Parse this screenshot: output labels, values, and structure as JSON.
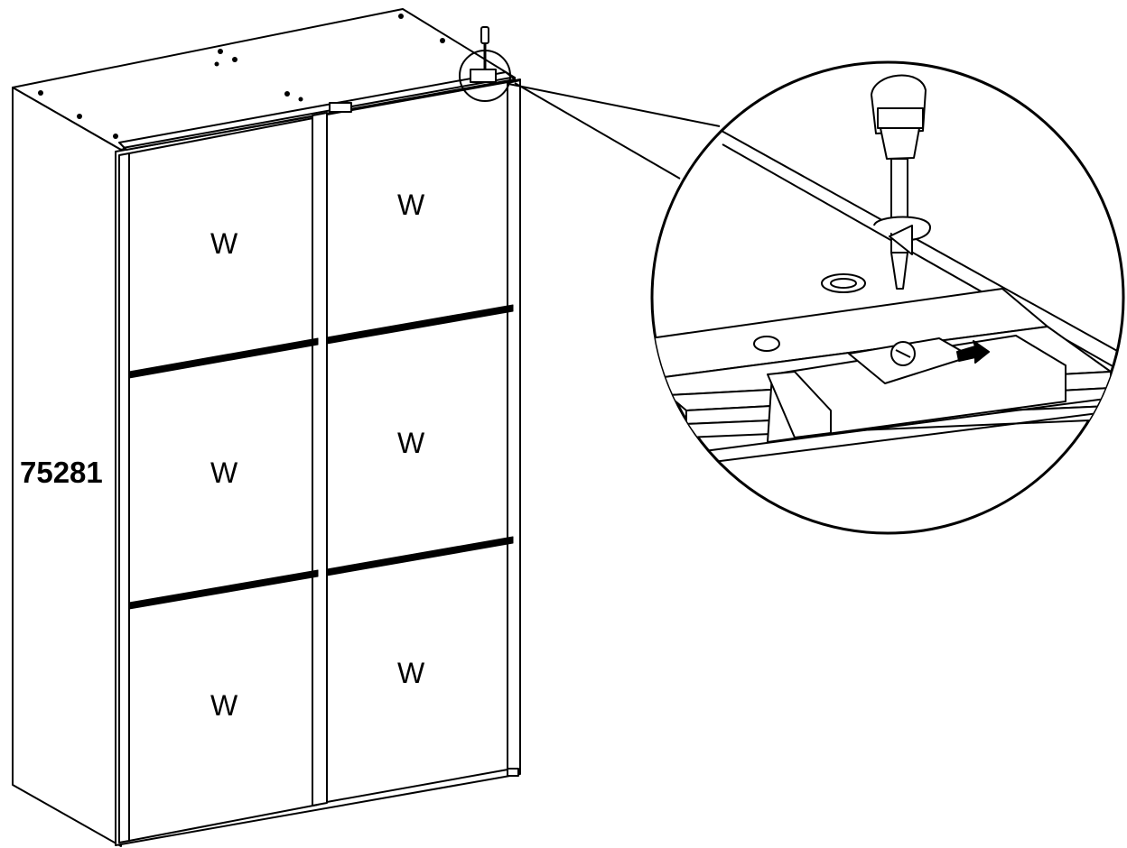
{
  "part_number": "75281",
  "panels": [
    {
      "id": "left-top",
      "label": "W"
    },
    {
      "id": "left-middle",
      "label": "W"
    },
    {
      "id": "left-bottom",
      "label": "W"
    },
    {
      "id": "right-top",
      "label": "W"
    },
    {
      "id": "right-middle",
      "label": "W"
    },
    {
      "id": "right-bottom",
      "label": "W"
    }
  ],
  "detail_view": {
    "tool_icon": "screwdriver-icon",
    "direction_icon": "arrow-right-icon",
    "rotation_icon": "rotate-arrow-icon"
  },
  "colors": {
    "line": "#000000",
    "fill": "#ffffff",
    "panel": "#ffffff"
  }
}
